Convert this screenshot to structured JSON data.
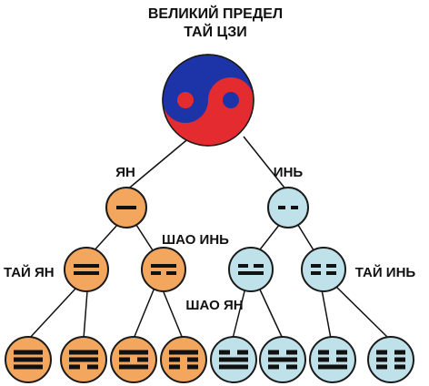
{
  "title": {
    "line1": "ВЕЛИКИЙ ПРЕДЕЛ",
    "line2": "ТАЙ ЦЗИ"
  },
  "labels": {
    "yang": "ЯН",
    "yin": "ИНЬ",
    "shao_yin": "ШАО ИНЬ",
    "tai_yang": "ТАЙ ЯН",
    "shao_yang": "ШАО ЯН",
    "tai_yin": "ТАЙ ИНЬ"
  },
  "colors": {
    "yang_fill": "#f2a65e",
    "yin_fill": "#bfe2ea",
    "taiji_top": "#1d33a8",
    "taiji_bottom": "#e42b30",
    "stroke": "#1a1a1a",
    "line": "#111111"
  },
  "nodes": {
    "taiji": {
      "icon": "yin-yang-icon"
    },
    "yang": {
      "lines": [
        1
      ],
      "side": "yang"
    },
    "yin": {
      "lines": [
        0
      ],
      "side": "yin"
    },
    "tai_yang": {
      "lines": [
        1,
        1
      ],
      "side": "yang"
    },
    "shao_yin": {
      "lines": [
        0,
        1
      ],
      "side": "yang"
    },
    "shao_yang": {
      "lines": [
        1,
        0
      ],
      "side": "yin"
    },
    "tai_yin": {
      "lines": [
        0,
        0
      ],
      "side": "yin"
    },
    "trigrams": [
      {
        "lines": [
          1,
          1,
          1
        ],
        "side": "yang"
      },
      {
        "lines": [
          0,
          1,
          1
        ],
        "side": "yang"
      },
      {
        "lines": [
          1,
          0,
          1
        ],
        "side": "yang"
      },
      {
        "lines": [
          0,
          0,
          1
        ],
        "side": "yang"
      },
      {
        "lines": [
          1,
          1,
          0
        ],
        "side": "yin"
      },
      {
        "lines": [
          0,
          1,
          0
        ],
        "side": "yin"
      },
      {
        "lines": [
          1,
          0,
          0
        ],
        "side": "yin"
      },
      {
        "lines": [
          0,
          0,
          0
        ],
        "side": "yin"
      }
    ]
  }
}
